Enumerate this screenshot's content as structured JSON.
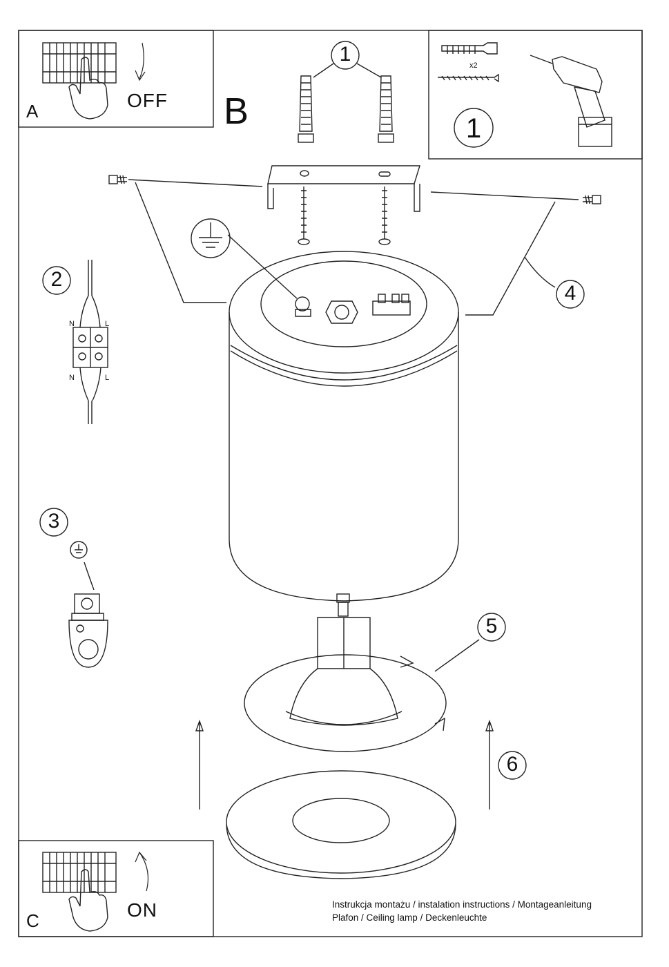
{
  "panels": {
    "a": {
      "letter": "A",
      "state": "OFF"
    },
    "b": {
      "letter": "B"
    },
    "c": {
      "letter": "C",
      "state": "ON"
    }
  },
  "steps": {
    "s1_top": "1",
    "s1_tools": "1",
    "s2": "2",
    "s3": "3",
    "s4": "4",
    "s5": "5",
    "s6": "6"
  },
  "tools": {
    "quantity": "x2",
    "icons": [
      "wall-plug-icon",
      "screw-icon",
      "drill-icon"
    ]
  },
  "wiring": {
    "n_top": "N",
    "l_top": "L",
    "n_bottom": "N",
    "l_bottom": "L"
  },
  "caption": {
    "line1": "Instrukcja montażu / instalation instructions / Montageanleitung",
    "line2": "Plafon / Ceiling lamp / Deckenleuchte"
  }
}
